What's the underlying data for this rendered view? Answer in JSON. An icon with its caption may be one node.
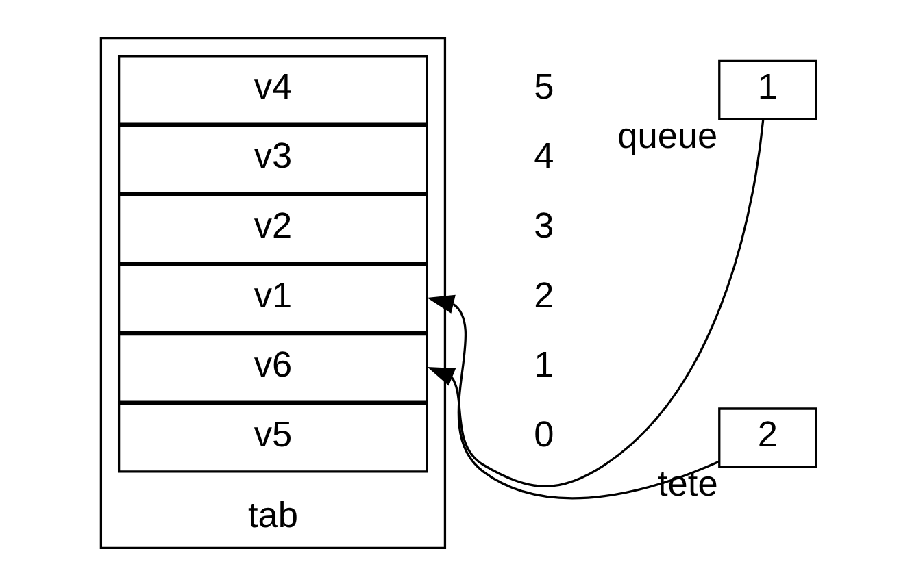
{
  "diagram": {
    "nodes": [
      {
        "text": [
          "tab"
        ]
      },
      {
        "text": [
          "v4"
        ],
        "in": 0,
        "beside": [
          "5"
        ]
      },
      {
        "text": [
          "v3"
        ],
        "in": 0,
        "beside": [
          "4"
        ]
      },
      {
        "text": [
          "v2"
        ],
        "in": 0,
        "beside": [
          "3"
        ]
      },
      {
        "text": [
          "v1"
        ],
        "in": 0,
        "beside": [
          "2"
        ]
      },
      {
        "text": [
          "v6"
        ],
        "in": 0,
        "beside": [
          "1"
        ]
      },
      {
        "text": [
          "v5"
        ],
        "in": 0,
        "beside": [
          "0"
        ]
      },
      {
        "text": [
          "1"
        ],
        "beside": [
          "queue"
        ]
      },
      {
        "text": [
          "2"
        ],
        "beside": [
          "tete"
        ]
      }
    ],
    "edges": [
      {
        "from": 7,
        "to": 5,
        "arrow": "to"
      },
      {
        "from": 8,
        "to": 4,
        "arrow": "to"
      }
    ]
  }
}
